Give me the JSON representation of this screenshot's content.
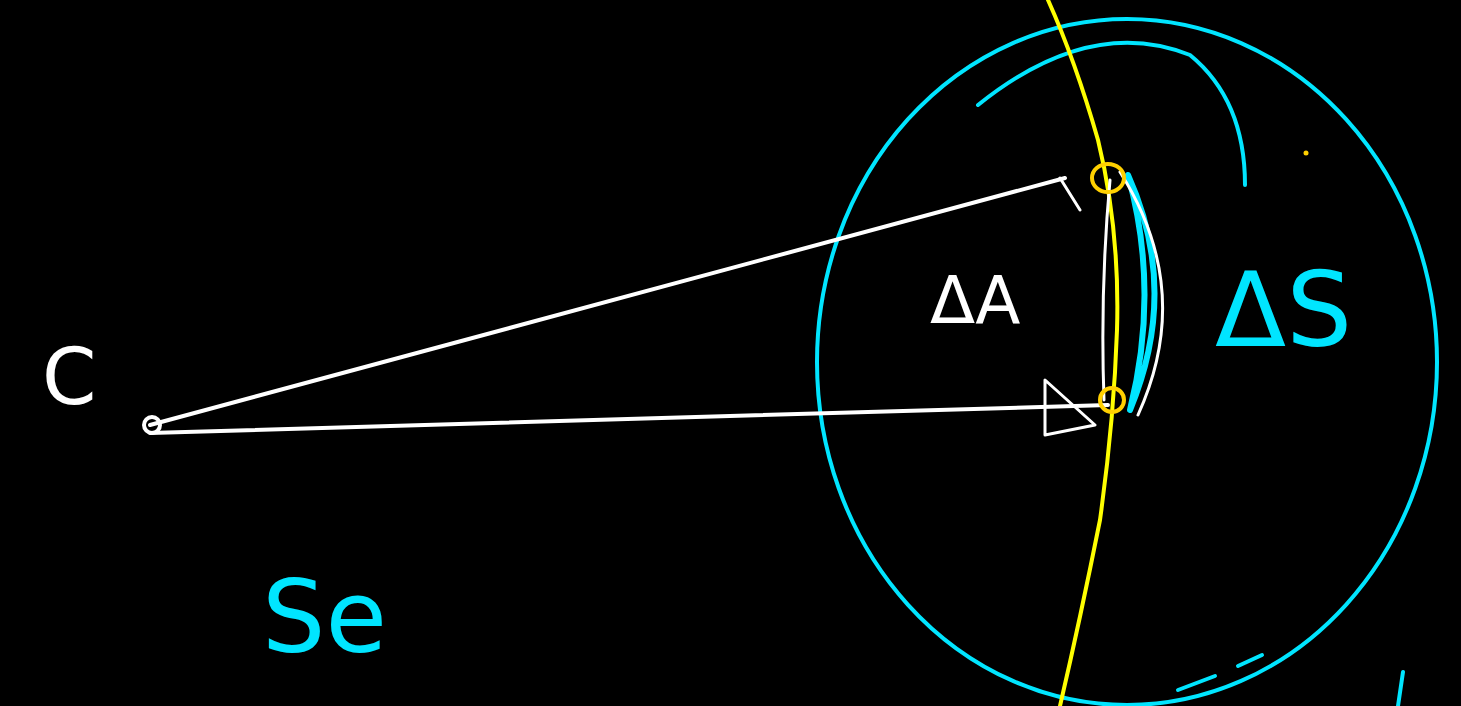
{
  "diagram": {
    "labels": [
      "C",
      "ΔA",
      "ΔS",
      "Se"
    ]
  }
}
